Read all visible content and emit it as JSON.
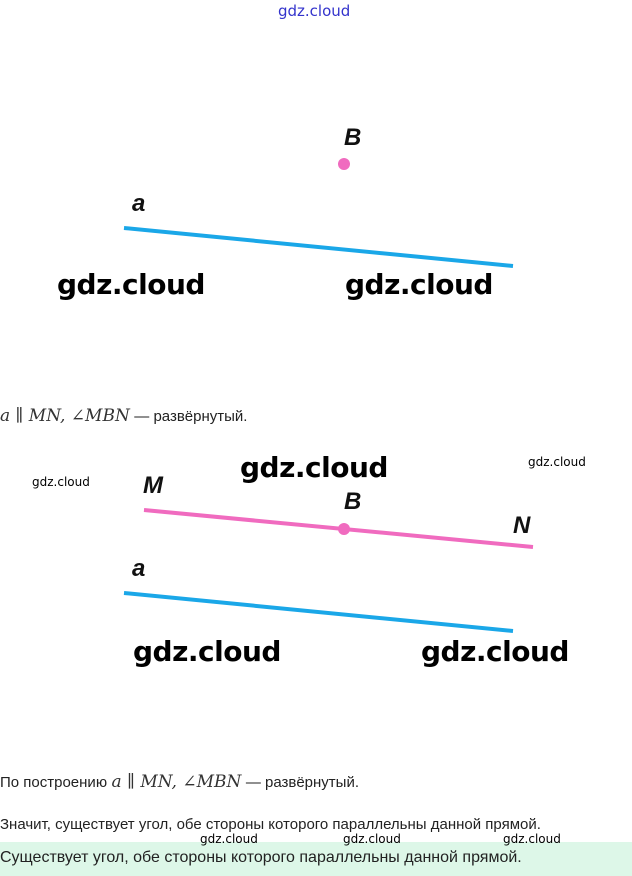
{
  "watermark": "gdz.cloud",
  "figure1": {
    "labels": {
      "point": "B",
      "line": "a"
    },
    "colors": {
      "line": "#1aa7e8",
      "point": "#f06bbf"
    }
  },
  "statement1": {
    "math": "a ∥ MN, ∠MBN",
    "text": "— развёрнутый."
  },
  "figure2": {
    "labels": {
      "m": "M",
      "b": "B",
      "n": "N",
      "line": "a"
    },
    "colors": {
      "line_a": "#1aa7e8",
      "line_mn": "#f06bbf"
    }
  },
  "statement2": {
    "prefix": "По построению",
    "math": "a ∥ MN, ∠MBN",
    "text": "— развёрнутый."
  },
  "conclusion": "Значит, существует угол, обе стороны которого параллельны данной прямой.",
  "answer": {
    "text": "Существует угол, обе стороны которого параллельны данной прямой.",
    "color": "#ddf7e8"
  }
}
